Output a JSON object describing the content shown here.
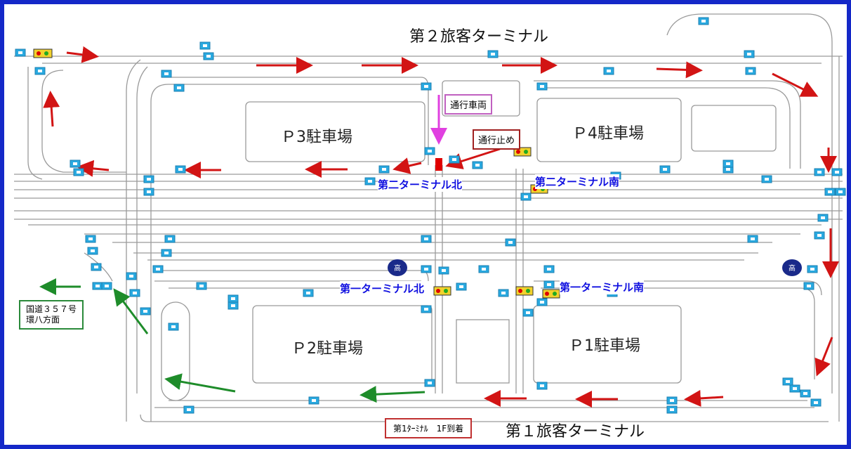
{
  "titles": {
    "terminal2": "第２旅客ターミナル",
    "terminal1": "第１旅客ターミナル"
  },
  "parking": {
    "p1": "Ｐ1駐車場",
    "p2": "Ｐ2駐車場",
    "p3": "Ｐ3駐車場",
    "p4": "Ｐ4駐車場"
  },
  "stops": {
    "t2_north": "第二ターミナル北",
    "t2_south": "第二ターミナル南",
    "t1_north": "第一ターミナル北",
    "t1_south": "第一ターミナル南"
  },
  "notes": {
    "vehicle": "通行車両",
    "closed": "通行止め",
    "route357": "国道３５７号\n環八方面",
    "arrival": "第1ﾀｰﾐﾅﾙ　1F到着"
  },
  "colors": {
    "border": "#1428c8",
    "road": "#9a9a9a",
    "red_arrow": "#d21414",
    "green_arrow": "#1e8c2a",
    "magenta_arrow": "#e040e0",
    "sign_blue": "#29a9e0",
    "stop_text": "#1010e0"
  },
  "icons": {
    "direction_sign": "blue-direction-sign-icon",
    "traffic_light": "traffic-light-icon",
    "expressway": "expressway-shield-icon"
  }
}
